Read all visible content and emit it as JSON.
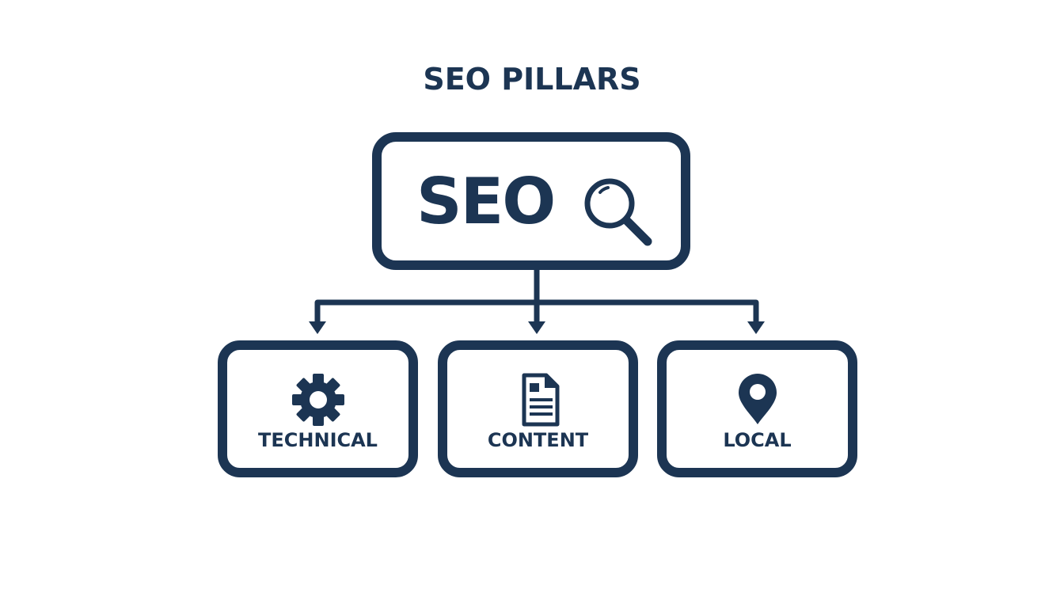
{
  "title": "SEO PILLARS",
  "root": {
    "label": "SEO",
    "icon": "magnifying-glass-icon"
  },
  "pillars": [
    {
      "label": "TECHNICAL",
      "icon": "gear-icon"
    },
    {
      "label": "CONTENT",
      "icon": "document-icon"
    },
    {
      "label": "LOCAL",
      "icon": "map-pin-icon"
    }
  ],
  "colors": {
    "primary": "#1c3553",
    "background": "#ffffff"
  }
}
